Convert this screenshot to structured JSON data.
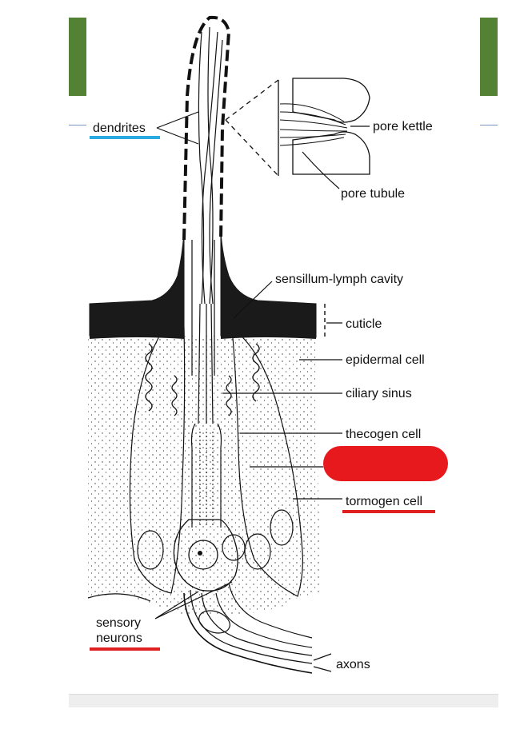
{
  "labels": {
    "dendrites": "dendrites",
    "pore_kettle": "pore kettle",
    "pore_tubule": "pore tubule",
    "sensillum_lymph_cavity": "sensillum-lymph cavity",
    "cuticle": "cuticle",
    "epidermal_cell": "epidermal cell",
    "ciliary_sinus": "ciliary sinus",
    "thecogen_cell": "thecogen cell",
    "tormogen_cell": "tormogen cell",
    "sensory_line1": "sensory",
    "sensory_line2": "neurons",
    "axons": "axons"
  },
  "colors": {
    "accent": "#548235",
    "underline_blue": "#29abe2",
    "underline_red": "#e02020",
    "redaction": "#e8191c",
    "cuticle_fill": "#1a1a1a"
  }
}
